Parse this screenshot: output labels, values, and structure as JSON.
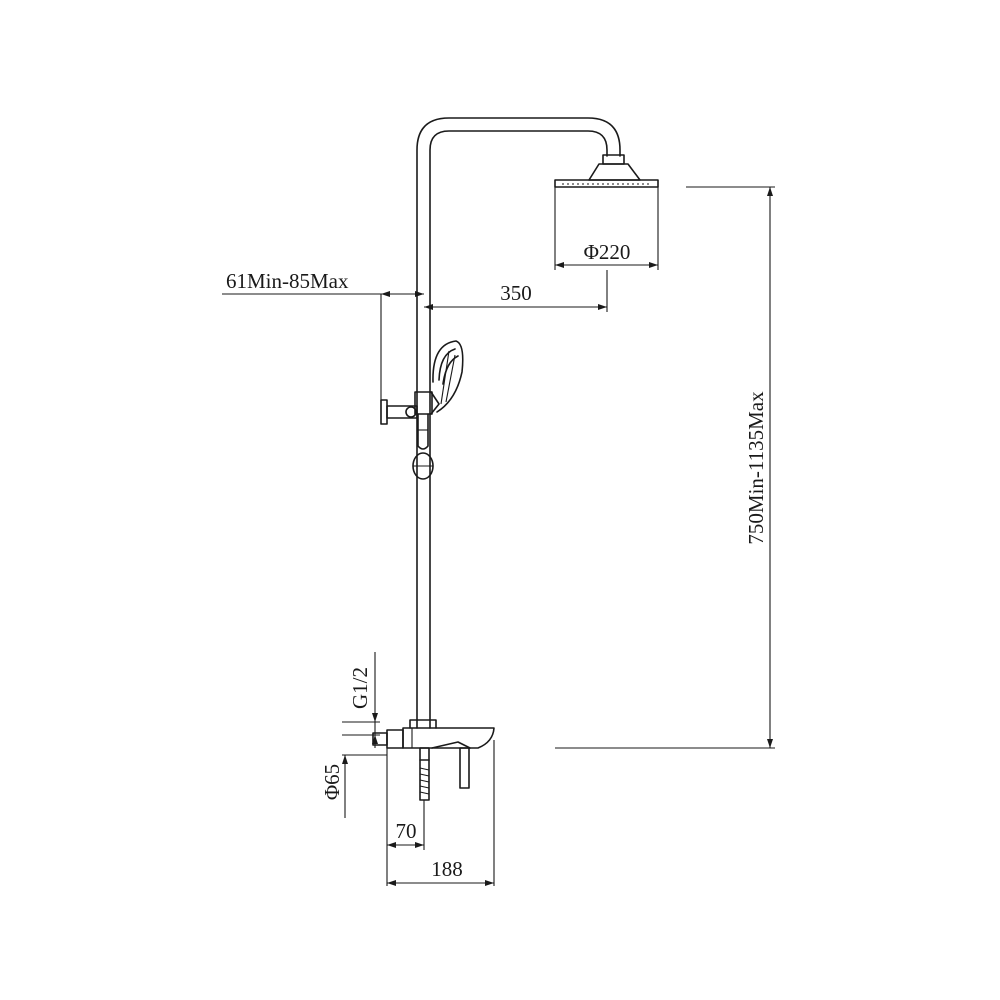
{
  "dimensions": {
    "wall_distance": "61Min-85Max",
    "arm_length": "350",
    "head_diameter": "Φ220",
    "height_range": "750Min-1135Max",
    "inlet_thread": "G1/2",
    "escutcheon_diameter": "Φ65",
    "mixer_depth": "70",
    "total_depth": "188"
  },
  "colors": {
    "line": "#1a1a1a",
    "background": "#ffffff"
  }
}
